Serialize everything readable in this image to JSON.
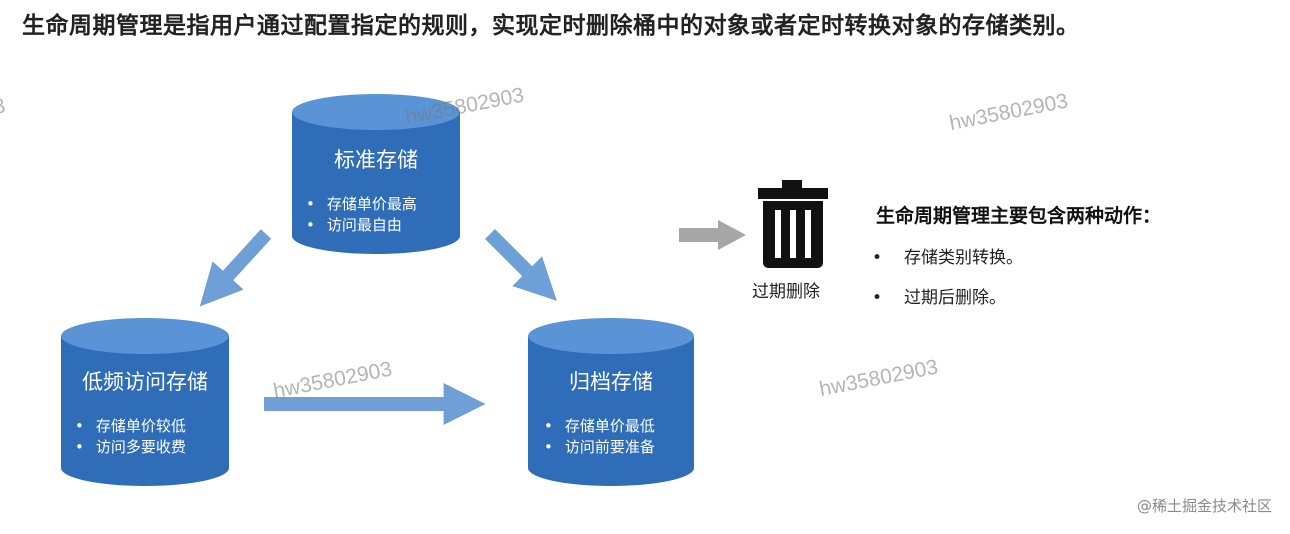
{
  "headline": "生命周期管理是指用户通过配置指定的规则，实现定时删除桶中的对象或者定时转换对象的存储类别。",
  "storage_classes": [
    {
      "title": "标准存储",
      "bullets": [
        "存储单价最高",
        "访问最自由"
      ]
    },
    {
      "title": "低频访问存储",
      "bullets": [
        "存储单价较低",
        "访问多要收费"
      ]
    },
    {
      "title": "归档存储",
      "bullets": [
        "存储单价最低",
        "访问前要准备"
      ]
    }
  ],
  "expire": {
    "label": "过期删除",
    "icon": "trash-icon"
  },
  "actions": {
    "title": "生命周期管理主要包含两种动作：",
    "items": [
      "存储类别转换。",
      "过期后删除。"
    ]
  },
  "watermarks": [
    "hw35802903",
    "hw35802903",
    "hw35802903",
    "hw35802903",
    "3"
  ],
  "credit": "@稀土掘金技术社区",
  "colors": {
    "cylinder_body": "#2f6db8",
    "cylinder_top": "#5b94d6",
    "arrow_blue": "#6f9fd7",
    "arrow_gray": "#a6a6a6"
  }
}
